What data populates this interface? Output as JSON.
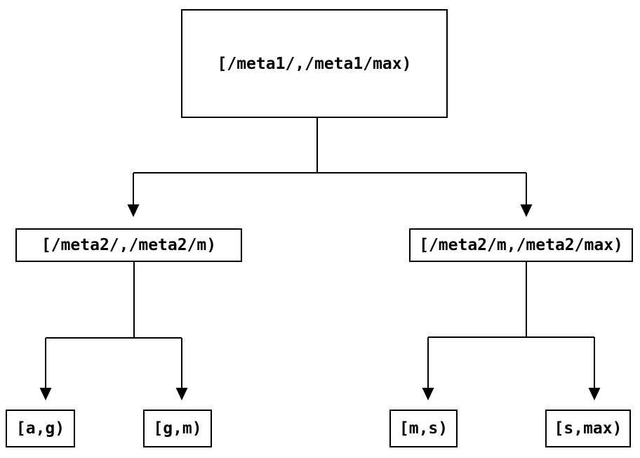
{
  "diagram": {
    "type": "tree",
    "nodes": {
      "root": "[/meta1/,/meta1/max)",
      "meta2_left": "[/meta2/,/meta2/m)",
      "meta2_right": "[/meta2/m,/meta2/max)",
      "leaf_ag": "[a,g)",
      "leaf_gm": "[g,m)",
      "leaf_ms": "[m,s)",
      "leaf_smax": "[s,max)"
    },
    "edges": [
      {
        "from": "root",
        "to": "meta2_left"
      },
      {
        "from": "root",
        "to": "meta2_right"
      },
      {
        "from": "meta2_left",
        "to": "leaf_ag"
      },
      {
        "from": "meta2_left",
        "to": "leaf_gm"
      },
      {
        "from": "meta2_right",
        "to": "leaf_ms"
      },
      {
        "from": "meta2_right",
        "to": "leaf_smax"
      }
    ],
    "colors": {
      "line": "#000000",
      "text": "#000000",
      "background": "#ffffff",
      "border": "#000000"
    }
  }
}
